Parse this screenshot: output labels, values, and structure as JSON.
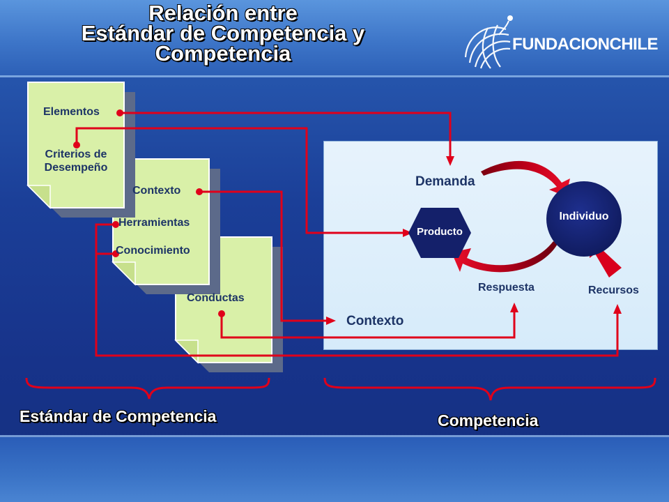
{
  "title": {
    "line1": "Relación entre",
    "line2": "Estándar de Competencia y",
    "line3": "Competencia"
  },
  "logo": {
    "text": "FUNDACIONCHILE",
    "icon": "globe-swirl-icon"
  },
  "documents": {
    "doc1": {
      "elementos": "Elementos",
      "criterios_1": "Criterios de",
      "criterios_2": "Desempeño"
    },
    "doc2": {
      "contexto": "Contexto",
      "herramientas": "Herramientas",
      "conocimiento": "Conocimiento"
    },
    "doc3": {
      "conductas": "Conductas"
    }
  },
  "competency_model": {
    "demanda": "Demanda",
    "individuo": "Individuo",
    "producto": "Producto",
    "respuesta": "Respuesta",
    "recursos": "Recursos",
    "contexto": "Contexto"
  },
  "braces": {
    "left": "Estándar de Competencia",
    "right": "Competencia"
  },
  "colors": {
    "background": "#1b3f98",
    "document": "#d9f0a8",
    "connector": "#e0001a",
    "navy": "#14206a",
    "panel": "#e3f2fc"
  }
}
